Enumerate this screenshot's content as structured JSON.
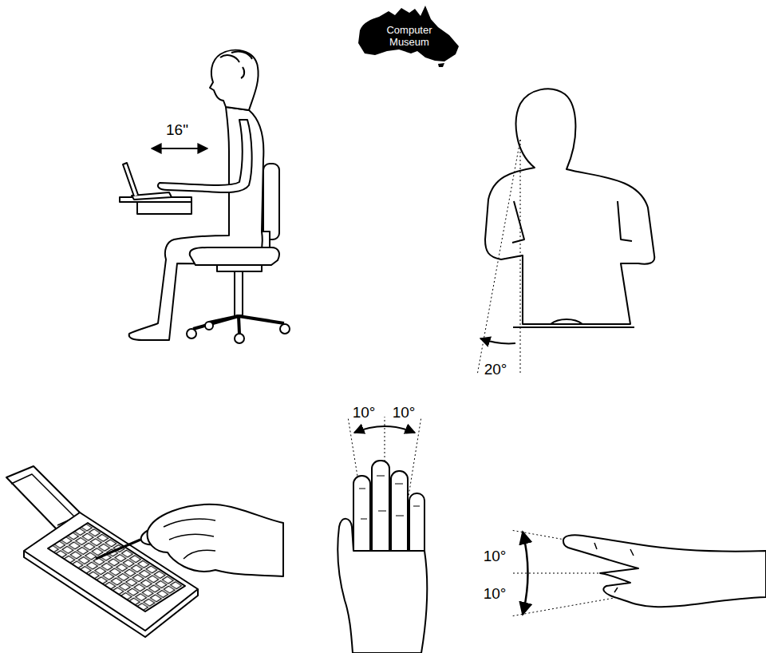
{
  "diagram": {
    "nodes": [
      {
        "text": [
          "Computer Museum"
        ]
      }
    ],
    "labels": [
      "16\"",
      "20°",
      "10°",
      "10°",
      "10°",
      "10°"
    ]
  }
}
